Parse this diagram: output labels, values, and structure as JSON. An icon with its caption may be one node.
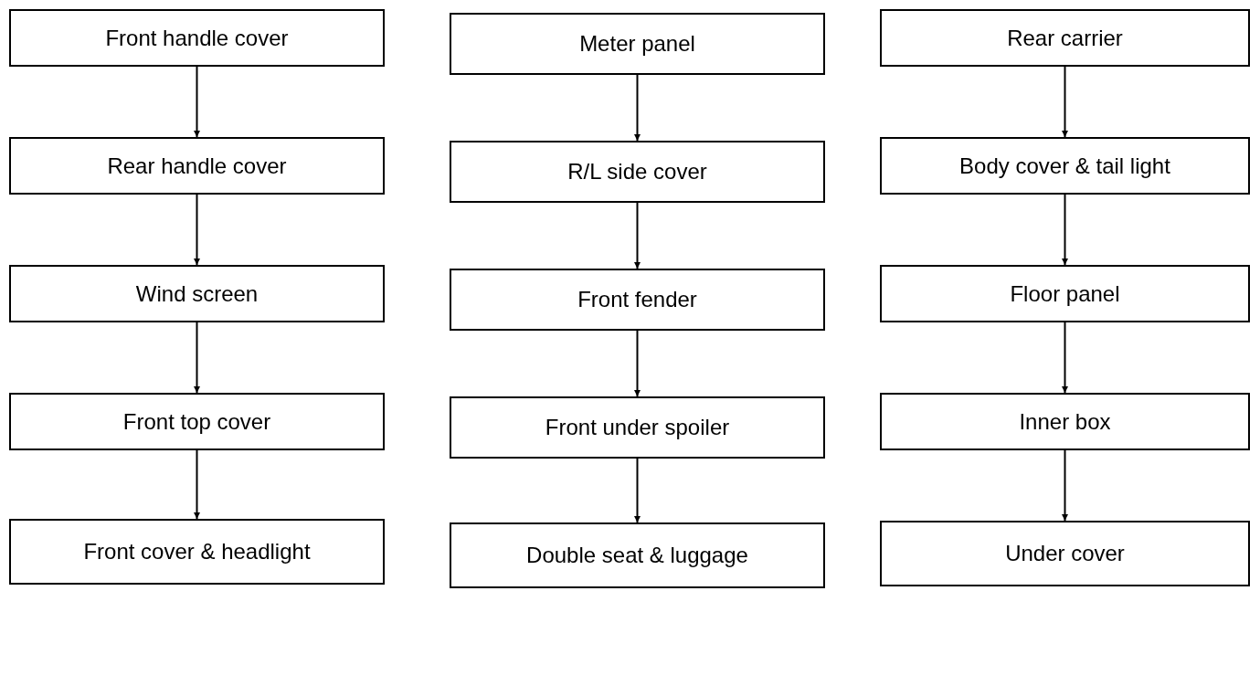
{
  "diagram": {
    "nodes": [
      {
        "text": [
          "Front handle cover"
        ]
      },
      {
        "text": [
          "Rear handle cover"
        ]
      },
      {
        "text": [
          "Wind screen"
        ]
      },
      {
        "text": [
          "Front top cover"
        ]
      },
      {
        "text": [
          "Front cover & headlight"
        ]
      },
      {
        "text": [
          "Meter panel"
        ]
      },
      {
        "text": [
          "R/L side cover"
        ]
      },
      {
        "text": [
          "Front fender"
        ]
      },
      {
        "text": [
          "Front under spoiler"
        ]
      },
      {
        "text": [
          "Double seat & luggage"
        ]
      },
      {
        "text": [
          "Rear carrier"
        ]
      },
      {
        "text": [
          "Body cover & tail light"
        ]
      },
      {
        "text": [
          "Floor panel"
        ]
      },
      {
        "text": [
          "Inner box"
        ]
      },
      {
        "text": [
          "Under cover"
        ]
      }
    ],
    "edges": [
      {
        "from": 0,
        "to": 1,
        "arrow": "to"
      },
      {
        "from": 1,
        "to": 2,
        "arrow": "to"
      },
      {
        "from": 2,
        "to": 3,
        "arrow": "to"
      },
      {
        "from": 3,
        "to": 4,
        "arrow": "to"
      },
      {
        "from": 5,
        "to": 6,
        "arrow": "to"
      },
      {
        "from": 6,
        "to": 7,
        "arrow": "to"
      },
      {
        "from": 7,
        "to": 8,
        "arrow": "to"
      },
      {
        "from": 8,
        "to": 9,
        "arrow": "to"
      },
      {
        "from": 10,
        "to": 11,
        "arrow": "to"
      },
      {
        "from": 11,
        "to": 12,
        "arrow": "to"
      },
      {
        "from": 12,
        "to": 13,
        "arrow": "to"
      },
      {
        "from": 13,
        "to": 14,
        "arrow": "to"
      }
    ]
  }
}
